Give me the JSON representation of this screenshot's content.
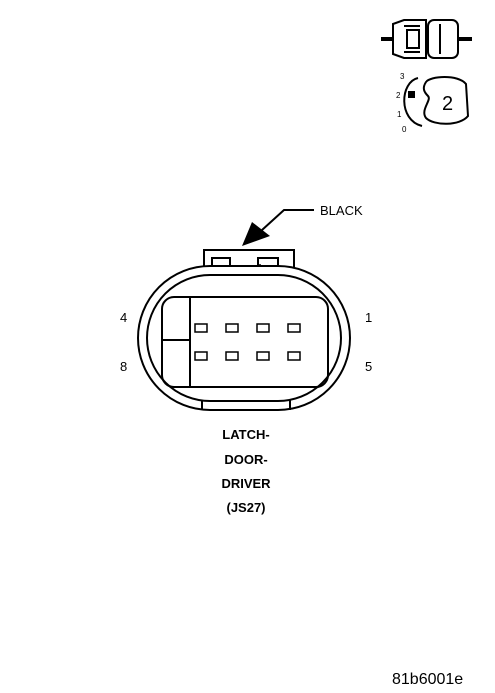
{
  "callout": {
    "color_label": "BLACK"
  },
  "pins": {
    "top_left": "4",
    "top_right": "1",
    "bottom_left": "8",
    "bottom_right": "5"
  },
  "connector": {
    "name_lines": [
      "LATCH-",
      "DOOR-",
      "DRIVER",
      "(JS27)"
    ]
  },
  "locator_icon": {
    "level_numbers": [
      "3",
      "2",
      "1",
      "0"
    ],
    "marker_digit": "2"
  },
  "figure_id": "81b6001e"
}
